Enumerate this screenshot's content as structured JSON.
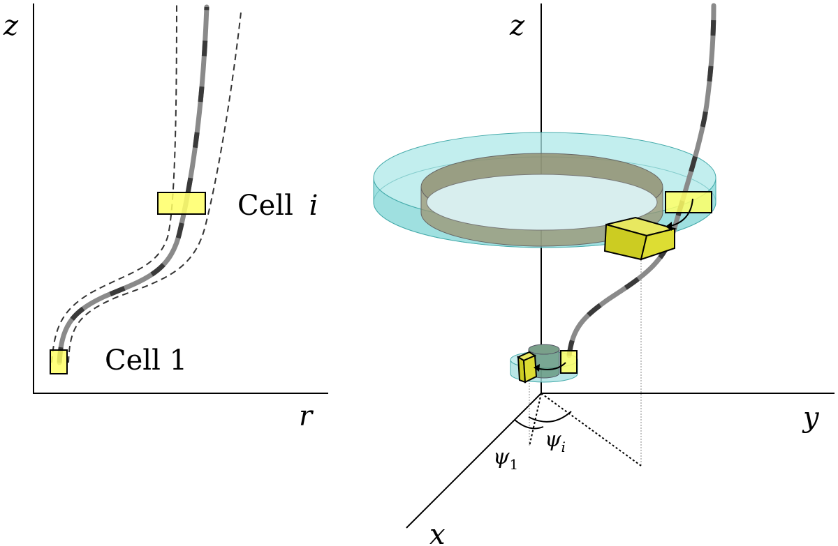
{
  "left_panel": {
    "axis_z": "z",
    "axis_r": "r",
    "cell_i_label": "Cell",
    "cell_i_index": "i",
    "cell_1_label": "Cell 1"
  },
  "right_panel": {
    "axis_z": "z",
    "axis_y": "y",
    "axis_x": "x",
    "psi_1": "ψ",
    "psi_1_sub": "1",
    "psi_i": "ψ",
    "psi_i_sub": "i"
  },
  "colors": {
    "cell": "#ffff66",
    "outer_ring": "#7fd6d6",
    "inner_ring": "#a39a7a",
    "streamline": "#8a8a8a"
  }
}
